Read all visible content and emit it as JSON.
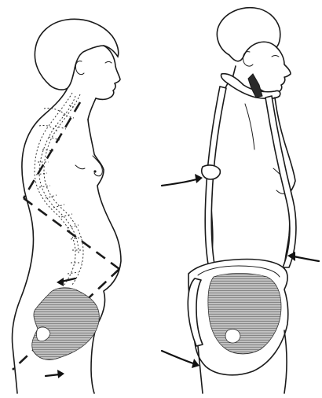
{
  "figure": {
    "panels": [
      {
        "id": "left",
        "subject": "side-view-figure-with-spinal-curve"
      },
      {
        "id": "right",
        "subject": "side-view-figure-wearing-brace"
      }
    ],
    "colors": {
      "ink": "#1a1a1a",
      "background": "#ffffff",
      "hatch": "#555555"
    }
  }
}
